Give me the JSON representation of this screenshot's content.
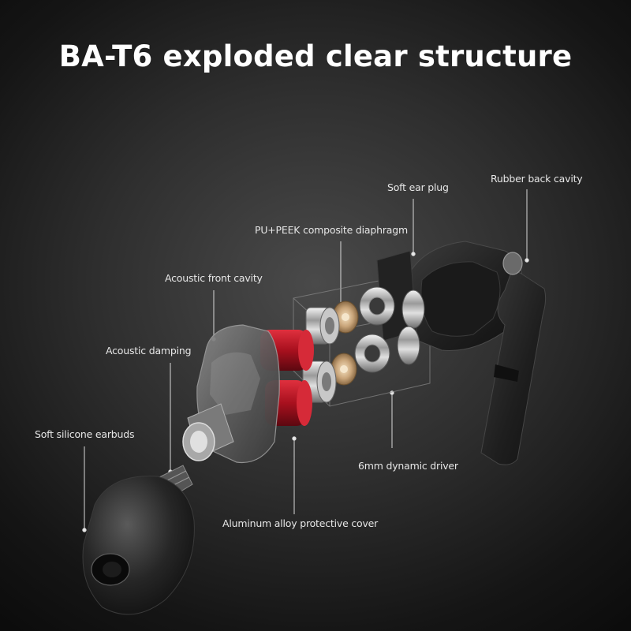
{
  "title": "BA-T6 exploded clear structure",
  "labels": {
    "soft_ear_plug": "Soft ear plug",
    "rubber_back_cavity": "Rubber back cavity",
    "pu_peek_diaphragm": "PU+PEEK composite diaphragm",
    "acoustic_front_cavity": "Acoustic front cavity",
    "acoustic_damping": "Acoustic damping",
    "soft_silicone_earbuds": "Soft silicone earbuds",
    "dynamic_driver": "6mm dynamic driver",
    "aluminum_cover": "Aluminum alloy protective cover"
  },
  "colors": {
    "background": "#2e2e2e",
    "title": "#ffffff",
    "label": "#e6e6e6",
    "accent_red": "#c0182a"
  }
}
